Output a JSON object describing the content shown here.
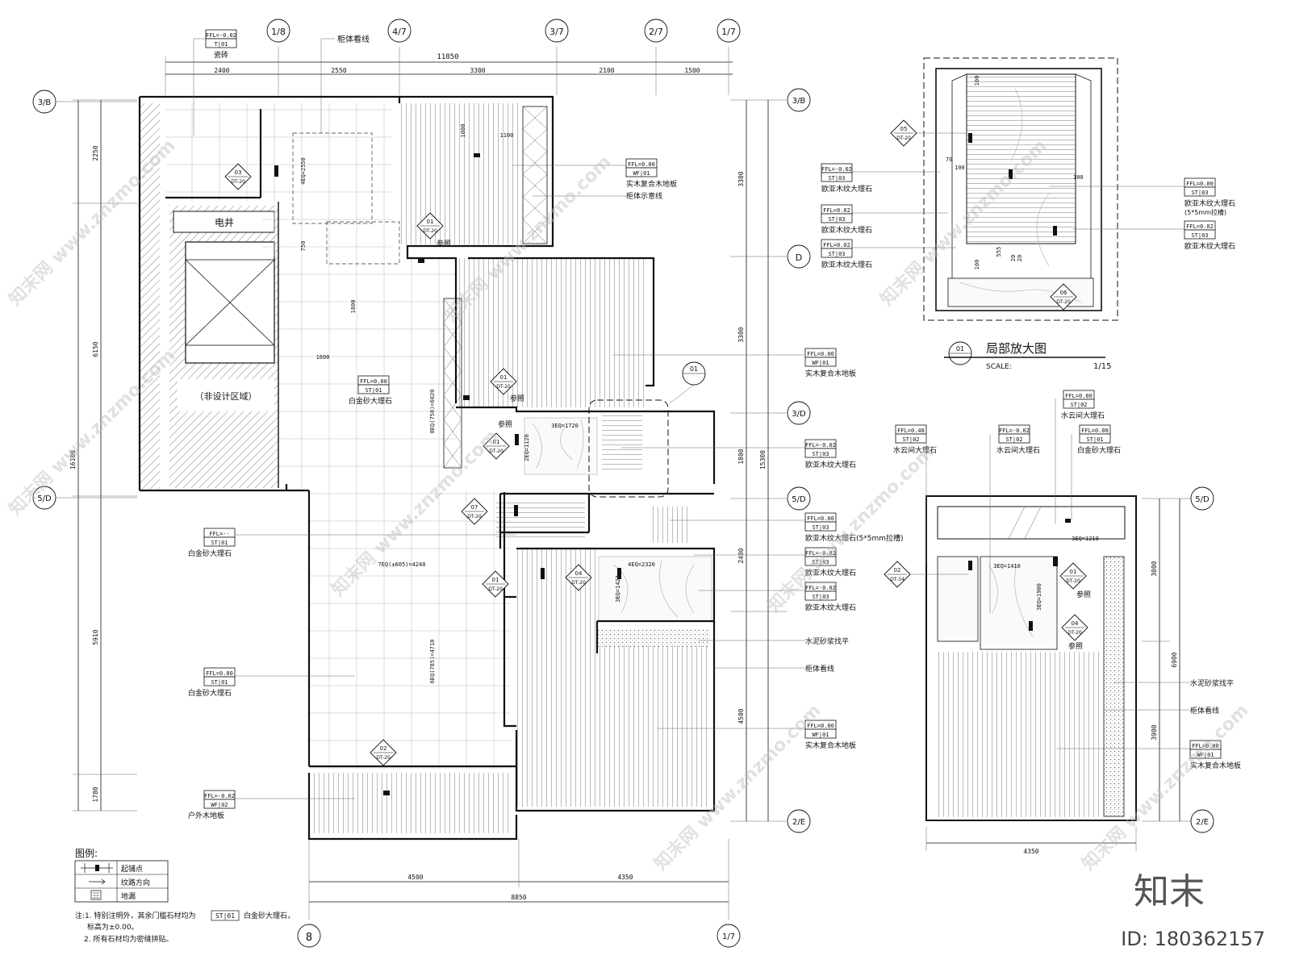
{
  "grid_top": [
    "1/8",
    "4/7",
    "3/7",
    "2/7",
    "1/7"
  ],
  "grid_left": [
    "3/B",
    "5/D"
  ],
  "grid_right": [
    "3/B",
    "D",
    "3/D",
    "5/D",
    "2/E"
  ],
  "grid_bottom": [
    "8",
    "1/7"
  ],
  "dims_top": {
    "overall": "11850",
    "segments": [
      "2400",
      "2550",
      "3300",
      "2100",
      "1500"
    ]
  },
  "dims_left": {
    "overall": "16100",
    "segments": [
      "2250",
      "6150",
      "5910",
      "1780"
    ]
  },
  "dims_right": {
    "overall": "15300",
    "segments": [
      "3300",
      "3300",
      "1800",
      "2400",
      "4500"
    ]
  },
  "dims_bottom": {
    "overall": "8850",
    "segments": [
      "4500",
      "4350"
    ]
  },
  "inner_dims": [
    "1100",
    "1000",
    "4EQ=2550",
    "750",
    "1800",
    "1600",
    "8EQ(750)=6020",
    "3EQ=1720",
    "2EQ=1120",
    "7EQ(±605)=4240",
    "4EQ=2320",
    "3EQ=1427",
    "6EQ(785)=4710"
  ],
  "rooms": {
    "electrical_shaft": "电井",
    "non_design": "（非设计区域）"
  },
  "top_labels": {
    "cabinet_line": "柜体看线"
  },
  "tags": [
    {
      "ffl": "FFL=-0.02",
      "code": "T|01",
      "name": "瓷砖"
    },
    {
      "ffl": "FFL=0.00",
      "code": "WF|01",
      "name": "实木复合木地板"
    },
    {
      "ffl": "FFL=0.00",
      "code": "ST|01",
      "name": "白金砂大理石"
    },
    {
      "ffl": "FFL=0.00",
      "code": "WF|01",
      "name": "实木复合木地板"
    },
    {
      "ffl": "FFL=-0.02",
      "code": "ST|03",
      "name": "欧亚木纹大理石"
    },
    {
      "ffl": "FFL=--",
      "code": "ST|01",
      "name": "白金砂大理石"
    },
    {
      "ffl": "FFL=0.00",
      "code": "ST|03",
      "name": "欧亚木纹大理石(5*5mm拉槽)"
    },
    {
      "ffl": "FFL=-0.02",
      "code": "ST|03",
      "name": "欧亚木纹大理石"
    },
    {
      "ffl": "FFL=-0.02",
      "code": "ST|03",
      "name": "欧亚木纹大理石"
    },
    {
      "ffl": "FFL=0.00",
      "code": "ST|01",
      "name": "白金砂大理石"
    },
    {
      "ffl": "FFL=0.00",
      "code": "WF|01",
      "name": "实木复合木地板"
    },
    {
      "ffl": "FFL=-0.02",
      "code": "WF|02",
      "name": "户外木地板"
    }
  ],
  "plain_labels": {
    "cabinet_hint": "柜体示意线",
    "cement": "水泥砂浆找平",
    "cabinet_view": "柜体看线"
  },
  "refs": [
    {
      "num": "03",
      "sheet": "DT-20"
    },
    {
      "num": "01",
      "sheet": "DT-20"
    },
    {
      "num": "01",
      "sheet": "DT-20"
    },
    {
      "num": "01",
      "sheet": "DT-20"
    },
    {
      "num": "07",
      "sheet": "DT-20"
    },
    {
      "num": "01",
      "sheet": "DT-20"
    },
    {
      "num": "04",
      "sheet": "DT-20"
    },
    {
      "num": "02",
      "sheet": "DT-20"
    }
  ],
  "ref_note": "参照",
  "callout": "01",
  "detail_title": "局部放大图",
  "detail_scale_label": "SCALE:",
  "detail_scale": "1/15",
  "detail_ref": "01",
  "detail_tags_left": [
    {
      "ffl": "FFL=-0.02",
      "code": "ST|03",
      "name": "欧亚木纹大理石"
    },
    {
      "ffl": "FFL=0.02",
      "code": "ST|03",
      "name": "欧亚木纹大理石"
    },
    {
      "ffl": "FFL=0.02",
      "code": "ST|03",
      "name": "欧亚木纹大理石"
    }
  ],
  "detail_tags_right": [
    {
      "ffl": "FFL=0.00",
      "code": "ST|03",
      "name": "欧亚木纹大理石",
      "note": "(5*5mm拉槽)"
    },
    {
      "ffl": "FFL=0.02",
      "code": "ST|03",
      "name": "欧亚木纹大理石",
      "note": ""
    }
  ],
  "detail_refs": [
    {
      "num": "05",
      "sheet": "DT-20"
    },
    {
      "num": "06",
      "sheet": "DT-20"
    }
  ],
  "detail_dims": [
    "100",
    "70",
    "100",
    "100",
    "555",
    "20",
    "20",
    "100"
  ],
  "plan2_tags_top": [
    {
      "ffl": "FFL=0.48",
      "code": "ST|02",
      "name": "水云间大理石"
    },
    {
      "ffl": "FFL=-0.02",
      "code": "ST|02",
      "name": "水云间大理石"
    },
    {
      "ffl": "FFL=0.00",
      "code": "ST|02",
      "name": "水云间大理石"
    },
    {
      "ffl": "FFL=0.00",
      "code": "ST|01",
      "name": "白金砂大理石"
    }
  ],
  "plan2_right_labels": {
    "cement": "水泥砂浆找平",
    "cabinet": "柜体看线"
  },
  "plan2_tag_right": {
    "ffl": "FFL=0.00",
    "code": "WF|01",
    "name": "实木复合木地板"
  },
  "plan2_refs": [
    {
      "num": "02",
      "sheet": "DT-34"
    },
    {
      "num": "01",
      "sheet": "DT-20"
    },
    {
      "num": "04",
      "sheet": "DT-20"
    }
  ],
  "plan2_dims": {
    "bottom": "4350",
    "right_overall": "6900",
    "right_segments": [
      "3000",
      "3900"
    ],
    "inner": [
      "3EQ=1210",
      "3EQ=1410",
      "3EQ=1900"
    ]
  },
  "plan2_grid": [
    "5/D",
    "2/E"
  ],
  "legend": {
    "title": "图例:",
    "rows": [
      {
        "label": "起铺点",
        "symbol": "start"
      },
      {
        "label": "纹路方向",
        "symbol": "arrow"
      },
      {
        "label": "地漏",
        "symbol": "drain"
      }
    ]
  },
  "notes": [
    {
      "text": "注:1. 特别注明外，其余门槛石材均为",
      "code": "ST|01",
      "suffix": "白金砂大理石，"
    },
    {
      "text": "标高为±0.00。",
      "code": "",
      "suffix": ""
    },
    {
      "text": "2. 所有石材均为密缝拼贴。",
      "code": "",
      "suffix": ""
    }
  ],
  "brand": {
    "name": "知末",
    "id": "ID: 180362157",
    "watermark": "知末网 www.znzmo.com"
  }
}
